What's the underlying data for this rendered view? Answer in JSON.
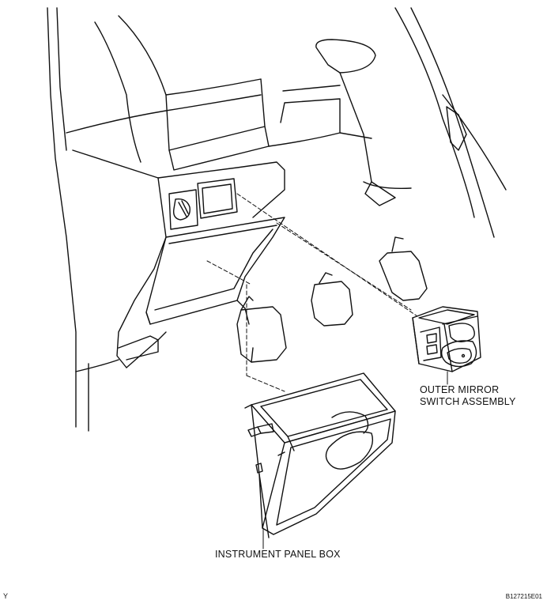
{
  "labels": {
    "mirror_line1": "OUTER MIRROR",
    "mirror_line2": "SWITCH ASSEMBLY",
    "box": "INSTRUMENT PANEL BOX"
  },
  "corner": {
    "left": "Y",
    "right": "B127215E01"
  },
  "colors": {
    "ink": "#111111",
    "background": "#ffffff"
  }
}
